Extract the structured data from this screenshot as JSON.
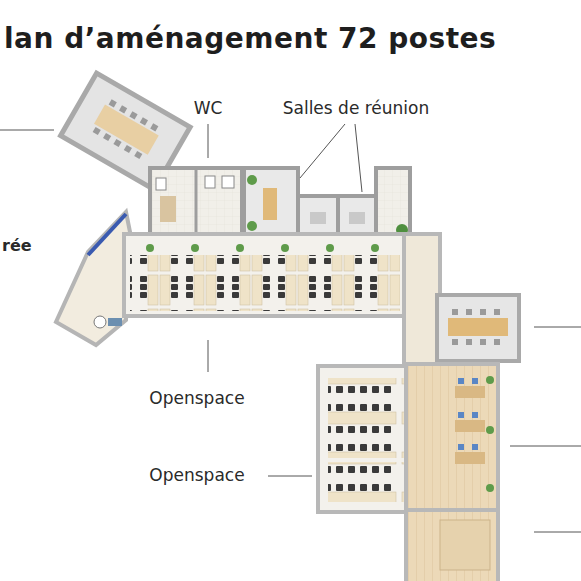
{
  "diagram": {
    "title": "lan d’aménagement 72 postes",
    "labels": [
      "WC",
      "Salles de réunion",
      "rée",
      "Openspace",
      "Openspace"
    ]
  }
}
